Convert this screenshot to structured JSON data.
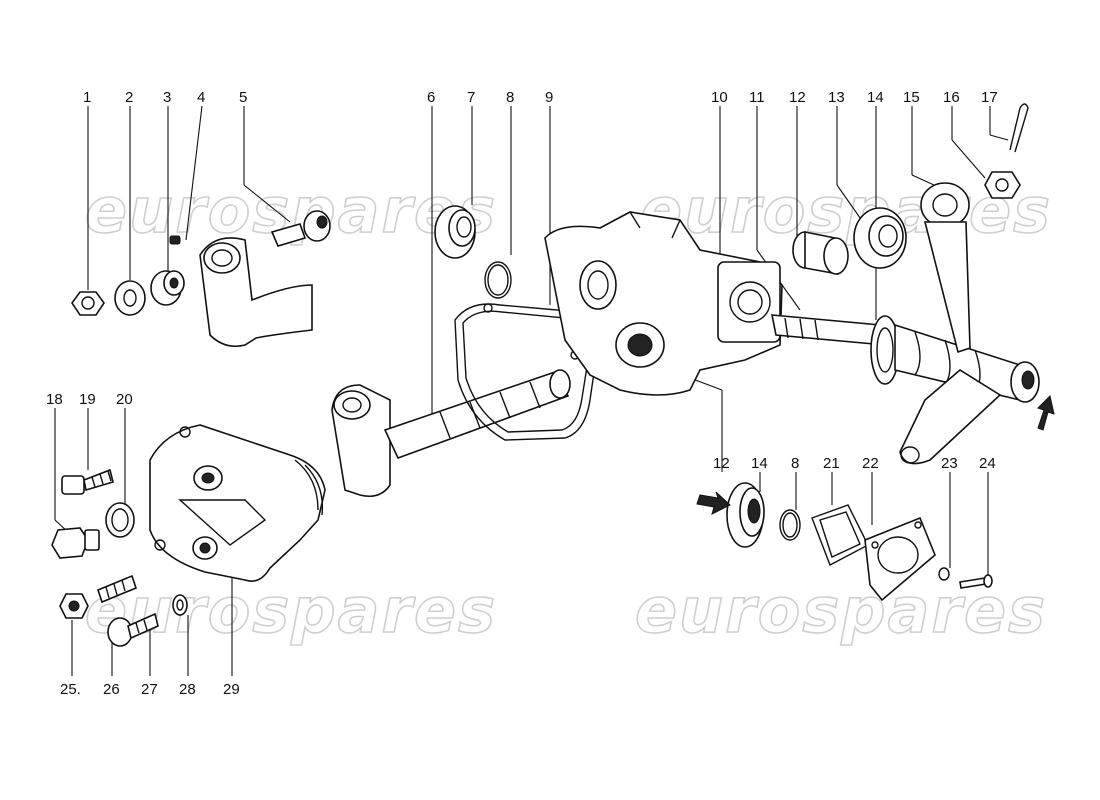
{
  "watermark": {
    "text": "eurospares"
  },
  "callouts": [
    {
      "id": "c1",
      "text": "1"
    },
    {
      "id": "c2",
      "text": "2"
    },
    {
      "id": "c3",
      "text": "3"
    },
    {
      "id": "c4",
      "text": "4"
    },
    {
      "id": "c5",
      "text": "5"
    },
    {
      "id": "c6",
      "text": "6"
    },
    {
      "id": "c7",
      "text": "7"
    },
    {
      "id": "c8a",
      "text": "8"
    },
    {
      "id": "c9",
      "text": "9"
    },
    {
      "id": "c10",
      "text": "10"
    },
    {
      "id": "c11",
      "text": "11"
    },
    {
      "id": "c12a",
      "text": "12"
    },
    {
      "id": "c13",
      "text": "13"
    },
    {
      "id": "c14a",
      "text": "14"
    },
    {
      "id": "c15",
      "text": "15"
    },
    {
      "id": "c16",
      "text": "16"
    },
    {
      "id": "c17",
      "text": "17"
    },
    {
      "id": "c18",
      "text": "18"
    },
    {
      "id": "c19",
      "text": "19"
    },
    {
      "id": "c20",
      "text": "20"
    },
    {
      "id": "c12b",
      "text": "12"
    },
    {
      "id": "c14b",
      "text": "14"
    },
    {
      "id": "c8b",
      "text": "8"
    },
    {
      "id": "c21",
      "text": "21"
    },
    {
      "id": "c22",
      "text": "22"
    },
    {
      "id": "c23",
      "text": "23"
    },
    {
      "id": "c24",
      "text": "24"
    },
    {
      "id": "c25",
      "text": "25."
    },
    {
      "id": "c26",
      "text": "26"
    },
    {
      "id": "c27",
      "text": "27"
    },
    {
      "id": "c28",
      "text": "28"
    },
    {
      "id": "c29",
      "text": "29"
    }
  ]
}
